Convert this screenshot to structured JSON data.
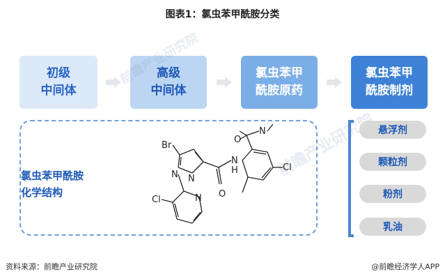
{
  "title": "图表1：氯虫苯甲酰胺分类",
  "flow": [
    {
      "label": "初级\n中间体"
    },
    {
      "label": "高级\n中间体"
    },
    {
      "label": "氯虫苯甲\n酰胺原药"
    },
    {
      "label": "氯虫苯甲\n酰胺制剂"
    }
  ],
  "structure": {
    "label": "氯虫苯甲酰胺\n化学结构",
    "atoms": {
      "br": "Br",
      "n1": "N",
      "n2": "N",
      "nh": "N",
      "h": "H",
      "o1": "O",
      "o2": "O",
      "cl1": "Cl",
      "cl2": "Cl",
      "n_py": "N",
      "n_me": "N",
      "h2": "H"
    }
  },
  "formulations": [
    "悬浮剂",
    "颗粒剂",
    "粉剂",
    "乳油"
  ],
  "footer": {
    "source": "资料来源：前瞻产业研究院",
    "credit": "@前瞻经济学人APP"
  },
  "watermark": {
    "main": "前瞻产业研究院"
  },
  "colors": {
    "box1": "#dce9f8",
    "box2": "#bcd5f3",
    "box3": "#7baee6",
    "box4": "#3d82d6",
    "text_blue": "#1f5ab7",
    "pill": "#d9d9d9"
  }
}
